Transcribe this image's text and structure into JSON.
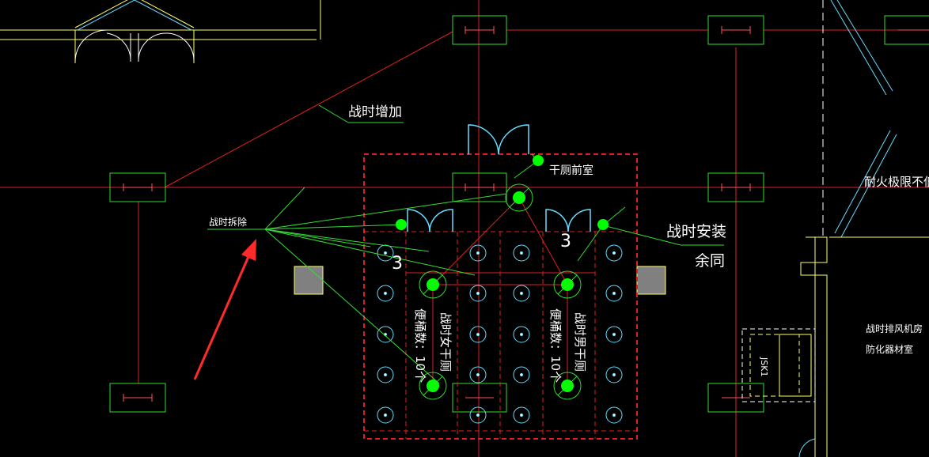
{
  "labels": {
    "wartime_add": "战时增加",
    "wartime_remove": "战时拆除",
    "dry_toilet_anteroom": "干厕前室",
    "wartime_install": "战时安装",
    "others_same": "余同",
    "female_toilet": "战时女干厕",
    "female_count": "便桶数：10个",
    "male_toilet": "战时男干厕",
    "male_count": "便桶数：10个",
    "fire_rating": "耐火极限不低",
    "fan_room_line1": "战时排风机房",
    "fan_room_line2": "防化器材室",
    "tag_3_left": "3",
    "tag_3_right": "3",
    "equipment_tag": "JSK1"
  },
  "colors": {
    "background": "#000000",
    "grid_line": "#e02020",
    "leader_line": "#33dd33",
    "wall": "#ffff66",
    "door": "#66ddff",
    "fixture": "#00ff00",
    "arrow": "#ff2a2a",
    "room_boundary": "#e02020",
    "text": "#ffffff"
  }
}
